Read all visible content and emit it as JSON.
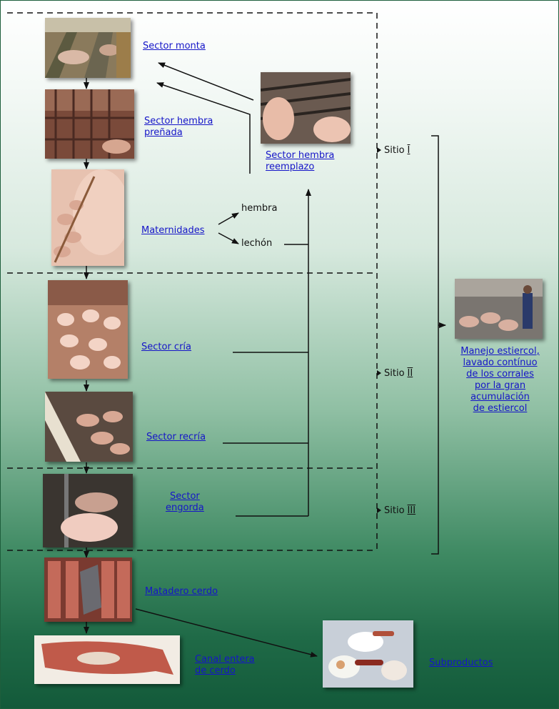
{
  "nodes": {
    "sector_monta": "Sector monta",
    "sector_hembra_prenada": [
      "Sector hembra",
      "preñada"
    ],
    "sector_hembra_reemplazo": [
      "Sector hembra",
      "reemplazo"
    ],
    "maternidades": "Maternidades",
    "hembra": "hembra",
    "lechon": "lechón",
    "sector_cria": "Sector cría",
    "sector_recria": "Sector recría",
    "sector_engorda": [
      "Sector",
      "engorda"
    ],
    "matadero": "Matadero cerdo",
    "canal": [
      "Canal entera",
      "de cerdo"
    ],
    "subproductos": "Subproductos",
    "manejo": [
      "Manejo estiercol,",
      "lavado contínuo",
      "de los corrales",
      "por la gran",
      "acumulación",
      "de estiercol"
    ]
  },
  "sitios": {
    "label": "Sitio",
    "i": "I",
    "ii": "II",
    "iii": "III"
  },
  "colors": {
    "link": "#1515c8",
    "background_top": "#ffffff",
    "background_bottom": "#135a3a"
  }
}
